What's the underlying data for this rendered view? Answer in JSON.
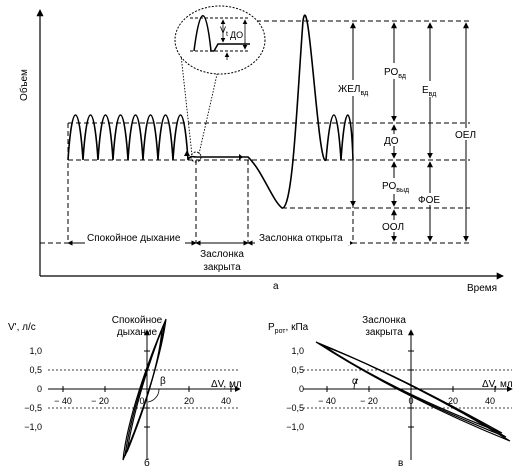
{
  "panel_a": {
    "letter": "а",
    "y_axis": "Объем",
    "x_axis": "Время",
    "quiet_breathing": "Спокойное дыхание",
    "valve_closed_1": "Заслонка",
    "valve_closed_2": "закрыта",
    "valve_open": "Заслонка открыта",
    "zoom_vt": "V",
    "zoom_vt_sub": "t",
    "zoom_do": "ДО",
    "zhel": "ЖЕЛ",
    "zhel_sub": "вд",
    "ro_vd": "РО",
    "ro_vd_sub": "вд",
    "e_vd": "Е",
    "e_vd_sub": "вд",
    "do": "ДО",
    "ro_vyd": "РО",
    "ro_vyd_sub": "выд",
    "foe": "ФОЕ",
    "ool": "ООЛ",
    "oel": "ОЕЛ"
  },
  "panel_b": {
    "letter": "б",
    "title_1": "Спокойное",
    "title_2": "дыхание",
    "y_label": "V', л/с",
    "x_label": "ΔV, мл",
    "angle": "β",
    "y_ticks": [
      "1,0",
      "0,5",
      "0",
      "−0,5",
      "−1,0"
    ],
    "x_ticks": [
      "− 40",
      "− 20",
      "0",
      "20",
      "40"
    ]
  },
  "panel_c": {
    "letter": "в",
    "title_1": "Заслонка",
    "title_2": "закрыта",
    "y_label": "P",
    "y_label_sub": "рот",
    "y_label_unit": ", кПа",
    "x_label": "ΔV, мл",
    "angle": "α",
    "y_ticks": [
      "1,0",
      "0,5",
      "0",
      "−0,5",
      "−1,0"
    ],
    "x_ticks": [
      "− 40",
      "− 20",
      "0",
      "20",
      "40"
    ]
  }
}
